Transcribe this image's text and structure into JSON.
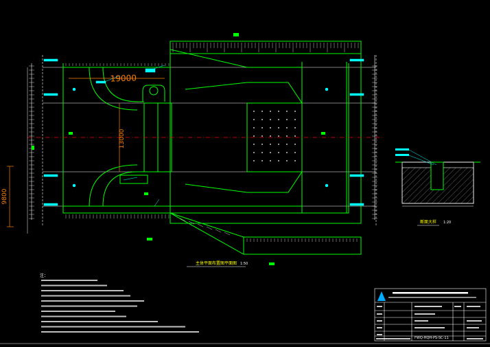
{
  "drawing": {
    "dim_top": "19000",
    "dim_mid": "13000",
    "dim_left": "9800",
    "plan_title": "主体平面布置图平面图",
    "plan_scale": "1:50",
    "detail_title": "断面大样",
    "detail_scale": "1:20"
  },
  "notes": {
    "heading": "注："
  },
  "title_block": {
    "drawing_no": "FWQ-HQH-PS-SC-11"
  },
  "colors": {
    "background": "#000000",
    "outline": "#ffffff",
    "structure": "#00ff00",
    "axis": "#ff0000",
    "dimension": "#ff8000",
    "annotation": "#00ffff"
  }
}
